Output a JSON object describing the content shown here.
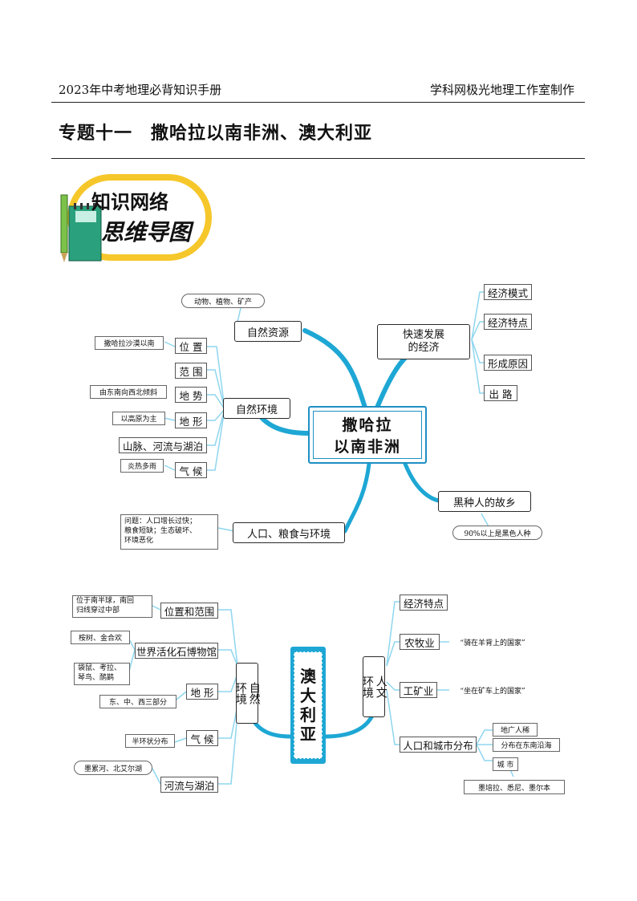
{
  "header": {
    "left": "2023年中考地理必背知识手册",
    "right": "学科网极光地理工作室制作"
  },
  "title": "专题十一　撒哈拉以南非洲、澳大利亚",
  "badge": {
    "line1": "知识网络",
    "line2": "思维导图"
  },
  "colors": {
    "branch": "#1ea7d4",
    "branch_light": "#8fd6ef",
    "badge_yellow": "#f6c72a",
    "notebook_green": "#2aa07c"
  },
  "africa": {
    "center": "撒哈拉以南非洲",
    "center_l1": "撒哈拉",
    "center_l2": "以南非洲",
    "natural_resources": "自然资源",
    "natural_resources_note": "动物、植物、矿产",
    "natural_env": "自然环境",
    "env_items": [
      {
        "label": "位 置",
        "note": "撒哈拉沙漠以南"
      },
      {
        "label": "范 围",
        "note": ""
      },
      {
        "label": "地 势",
        "note": "由东南向西北倾斜"
      },
      {
        "label": "地 形",
        "note": "以高原为主"
      },
      {
        "label": "山脉、河流与湖泊",
        "note": ""
      },
      {
        "label": "气 候",
        "note": "炎热多雨"
      }
    ],
    "population": "人口、粮食与环境",
    "population_note_l1": "问题：人口增长过快；",
    "population_note_l2": "粮食短缺；生态破坏、",
    "population_note_l3": "环境恶化",
    "economy_l1": "快速发展",
    "economy_l2": "的经济",
    "economy_items": [
      "经济模式",
      "经济特点",
      "形成原因",
      "出 路"
    ],
    "black_home": "黑种人的故乡",
    "black_note": "90%以上是黑色人种"
  },
  "australia": {
    "center": "澳大利亚",
    "center_chars": [
      "澳",
      "大",
      "利",
      "亚"
    ],
    "natural": "自然环境",
    "natural_l1": "自然",
    "natural_l2": "环境",
    "human": "人文环境",
    "human_l1": "人文",
    "human_l2": "环境",
    "left_items": [
      {
        "label": "位置和范围",
        "note": "位于南半球，南回归线穿过中部",
        "note_l1": "位于南半球，南回",
        "note_l2": "归线穿过中部"
      },
      {
        "label": "世界活化石博物馆",
        "note_a": "桉树、金合欢",
        "note_b_l1": "袋鼠、考拉、",
        "note_b_l2": "琴鸟、鸸鹋"
      },
      {
        "label": "地 形",
        "note": "东、中、西三部分"
      },
      {
        "label": "气 候",
        "note": "半环状分布"
      },
      {
        "label": "河流与湖泊",
        "note": "墨累河、北艾尔湖"
      }
    ],
    "right_items": [
      {
        "label": "经济特点",
        "note": ""
      },
      {
        "label": "农牧业",
        "note": "“骑在羊背上的国家”"
      },
      {
        "label": "工矿业",
        "note": "“坐在矿车上的国家”"
      },
      {
        "label": "人口和城市分布",
        "subs": [
          "地广人稀",
          "分布在东南沿海",
          "城 市"
        ],
        "cities": "墨培拉、悉尼、墨尔本"
      }
    ]
  }
}
